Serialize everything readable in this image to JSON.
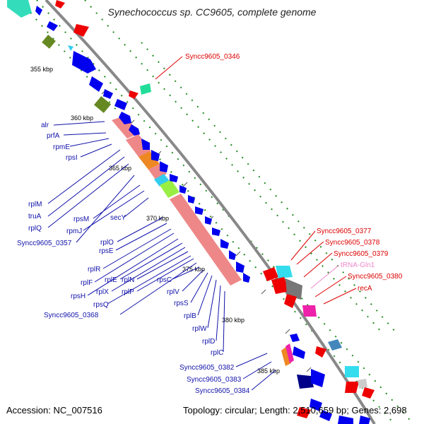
{
  "title": "Synechococcus sp. CC9605, complete genome",
  "accession_text": "Accession: NC_007516",
  "topology_text": "Topology: circular; Length: 2,510,659 bp; Genes: 2,698",
  "colors": {
    "backbone": "#888888",
    "label_blue": "#1111aa",
    "label_red": "#dd0000",
    "label_pink": "#ee88cc",
    "cds_blue": "#0000ee",
    "rrna_salmon": "#ee8888",
    "green_tick": "#228b22"
  },
  "kbp_ticks": [
    "355 kbp",
    "360 kbp",
    "365 kbp",
    "370 kbp",
    "375 kbp",
    "380 kbp",
    "385 kbp"
  ],
  "left_labels": [
    "alr",
    "prfA",
    "rpmE",
    "rpsI",
    "rplM",
    "truA",
    "rplQ",
    "Syncc9605_0357",
    "rpsM",
    "rpmJ",
    "secY",
    "rplO",
    "rpsE",
    "rplR",
    "rplF",
    "rpsH",
    "rplE",
    "rplX",
    "rplN",
    "rpsQ",
    "rplP",
    "Syncc9605_0368",
    "rpsC",
    "rplV",
    "rpsS",
    "rplB",
    "rplW",
    "rplD",
    "rplC",
    "Syncc9605_0382",
    "Syncc9605_0383",
    "Syncc9605_0384"
  ],
  "right_labels": [
    "Syncc9605_0346",
    "Syncc9605_0377",
    "Syncc9605_0378",
    "Syncc9605_0379",
    "tRNA-Gln1",
    "Syncc9605_0380",
    "recA"
  ]
}
